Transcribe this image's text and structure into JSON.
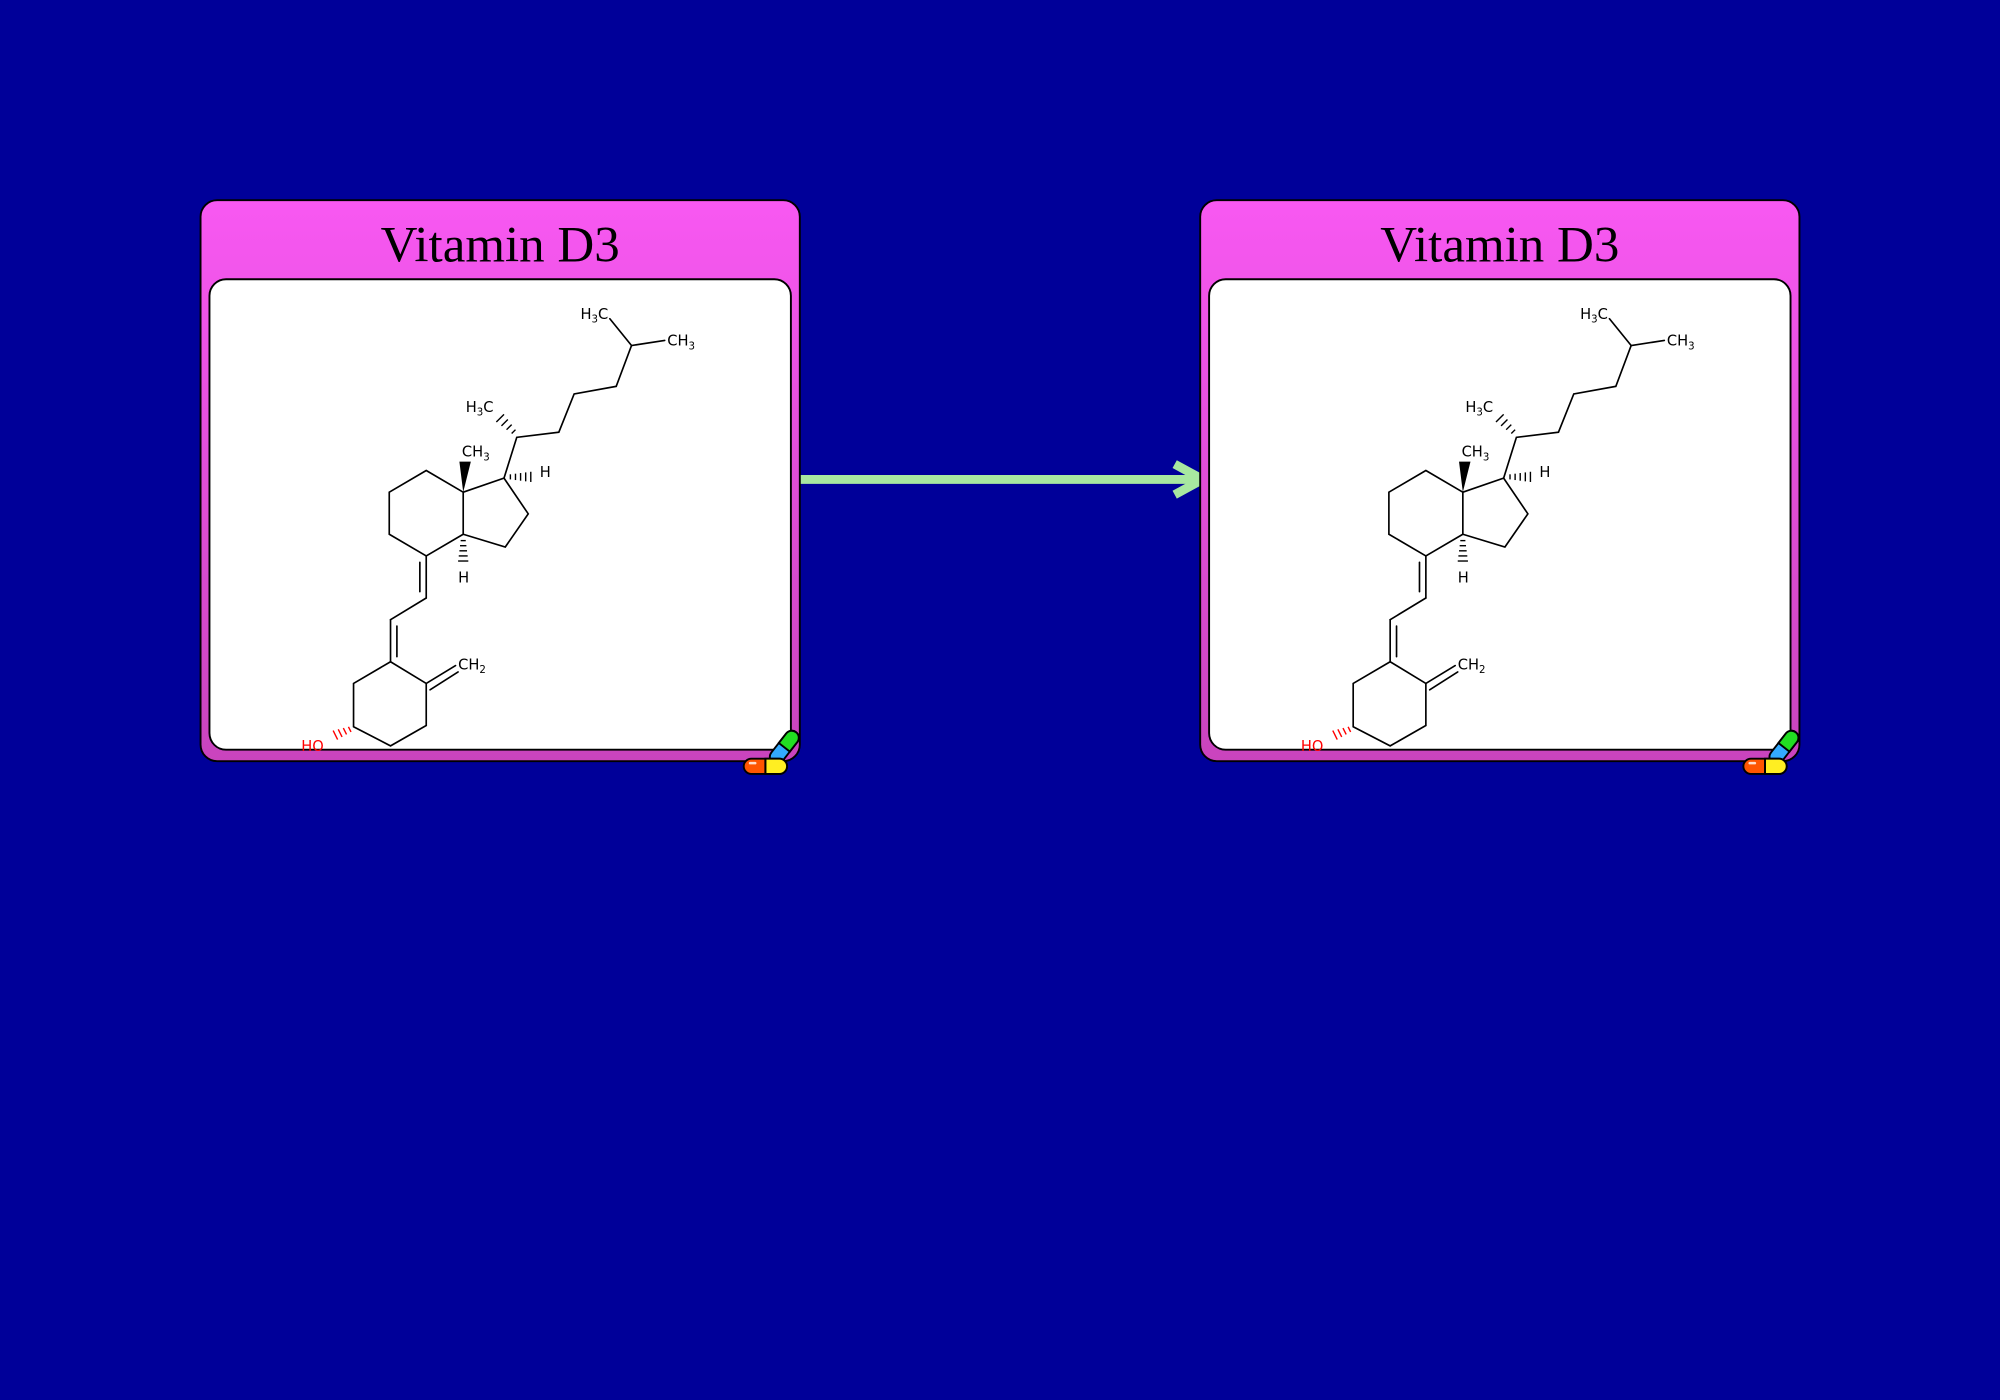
{
  "colors": {
    "background": "#000099",
    "node_fill_top": "#f858f2",
    "node_fill_bottom": "#c944bd",
    "arrow": "#a8e8a0"
  },
  "nodes": [
    {
      "title": "Vitamin D3",
      "icon": "drug-capsule-icon",
      "labels": {
        "h3c_top": {
          "a": "H",
          "s": "3",
          "b": "C"
        },
        "ch3_top": {
          "a": "CH",
          "s": "3"
        },
        "h3c_mid": {
          "a": "H",
          "s": "3",
          "b": "C"
        },
        "ch3_ring": {
          "a": "CH",
          "s": "3"
        },
        "h_right": {
          "a": "H"
        },
        "h_bottom": {
          "a": "H"
        },
        "ch2": {
          "a": "CH",
          "s": "2"
        },
        "ho": {
          "a": "HO"
        }
      }
    },
    {
      "title": "Vitamin D3",
      "icon": "drug-capsule-icon",
      "labels": {
        "h3c_top": {
          "a": "H",
          "s": "3",
          "b": "C"
        },
        "ch3_top": {
          "a": "CH",
          "s": "3"
        },
        "h3c_mid": {
          "a": "H",
          "s": "3",
          "b": "C"
        },
        "ch3_ring": {
          "a": "CH",
          "s": "3"
        },
        "h_right": {
          "a": "H"
        },
        "h_bottom": {
          "a": "H"
        },
        "ch2": {
          "a": "CH",
          "s": "2"
        },
        "ho": {
          "a": "HO"
        }
      }
    }
  ],
  "edges": [
    {
      "from": 0,
      "to": 1,
      "type": "arrow"
    }
  ]
}
